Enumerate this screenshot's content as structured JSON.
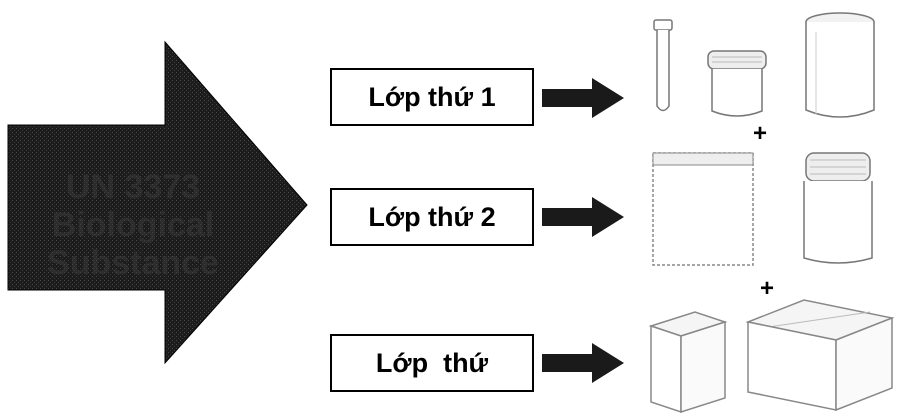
{
  "big_arrow": {
    "label": "UN 3373\nBiological\nSubstance"
  },
  "layers": [
    {
      "label": "Lớp thứ 1"
    },
    {
      "label": "Lớp thứ 2"
    },
    {
      "label": "Lớp  thứ"
    }
  ],
  "plus_signs": [
    "+",
    "+"
  ],
  "containers": [
    {
      "icon": "test-tube-icon"
    },
    {
      "icon": "specimen-jar-icon"
    },
    {
      "icon": "absorbent-roll-icon"
    },
    {
      "icon": "sealed-bag-icon"
    },
    {
      "icon": "secondary-jar-icon"
    },
    {
      "icon": "outer-box-tall-icon"
    },
    {
      "icon": "outer-box-flat-icon"
    }
  ],
  "colors": {
    "arrow_fill": "#1a1a1a",
    "outline": "#777777",
    "box_border": "#000000"
  }
}
